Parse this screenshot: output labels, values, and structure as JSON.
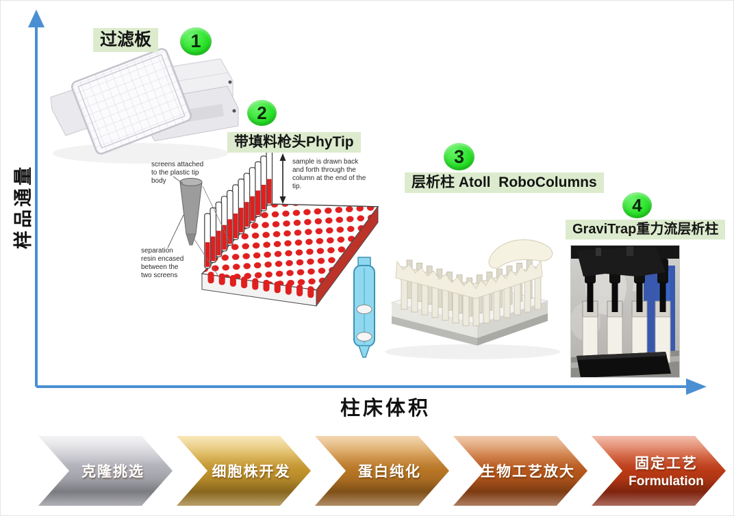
{
  "axes": {
    "y_label": "样品通量",
    "x_label": "柱床体积"
  },
  "items": [
    {
      "number": "1",
      "label": "过滤板"
    },
    {
      "number": "2",
      "label": "带填料枪头PhyTip",
      "annotation_screens": [
        "screens attached",
        "to the plastic tip",
        "body"
      ],
      "annotation_resin": [
        "separation",
        "resin encased",
        "between the",
        "two screens"
      ],
      "annotation_sample": [
        "sample is drawn back",
        "and forth through the",
        "column at the end of the",
        "tip."
      ]
    },
    {
      "number": "3",
      "label": "层析柱 Atoll  RoboColumns"
    },
    {
      "number": "4",
      "label": "GraviTrap重力流层析柱"
    }
  ],
  "colors": {
    "label_bg": "#dcebcd",
    "badge_green": "#2be32b",
    "axis_blue": "#4a8fd2",
    "phytip_red": "#e01f1f",
    "device_blue": "#8fd8ef"
  },
  "process_steps": [
    {
      "label": "克隆挑选",
      "label2": "",
      "colors": [
        "#e6e6ea",
        "#b4b4bc",
        "#84848d"
      ]
    },
    {
      "label": "细胞株开发",
      "label2": "",
      "colors": [
        "#f0cc68",
        "#c9992e",
        "#916c1d"
      ]
    },
    {
      "label": "蛋白纯化",
      "label2": "",
      "colors": [
        "#e5a753",
        "#bf7a26",
        "#855217"
      ]
    },
    {
      "label": "生物工艺放大",
      "label2": "",
      "colors": [
        "#de8b49",
        "#bd5b1d",
        "#813b12"
      ]
    },
    {
      "label": "固定工艺",
      "label2": "Formulation",
      "colors": [
        "#e26d45",
        "#c23c16",
        "#7e1f0c"
      ]
    }
  ]
}
